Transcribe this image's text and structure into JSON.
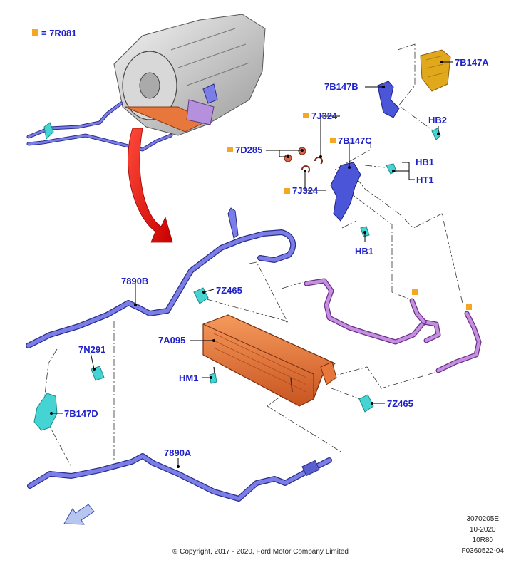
{
  "legend": {
    "text": "= 7R081",
    "color": "#f5a623"
  },
  "labels": {
    "7B147A": "7B147A",
    "7B147B": "7B147B",
    "HB2": "HB2",
    "7J324_top": "7J324",
    "7D285": "7D285",
    "7B147C": "7B147C",
    "HB1_right": "HB1",
    "HT1": "HT1",
    "7J324_bottom": "7J324",
    "HB1_bottom": "HB1",
    "7890B": "7890B",
    "7Z465_top": "7Z465",
    "7A095": "7A095",
    "7N291": "7N291",
    "HM1": "HM1",
    "7Z465_bottom": "7Z465",
    "7B147D": "7B147D",
    "7890A": "7890A"
  },
  "footer": {
    "copyright": "© Copyright, 2017 - 2020, Ford Motor Company Limited",
    "id_lines": [
      "3070205E",
      "10-2020",
      "10R80",
      "F0360522-04"
    ]
  },
  "colors": {
    "label": "#1f22c9",
    "tube": "#7b7ee6",
    "hose": "#c48fe0",
    "cooler": "#e8773c",
    "bracket_gold": "#e0a81a",
    "clip_cyan": "#44d4d4",
    "arrow_red": "#e8100a"
  }
}
